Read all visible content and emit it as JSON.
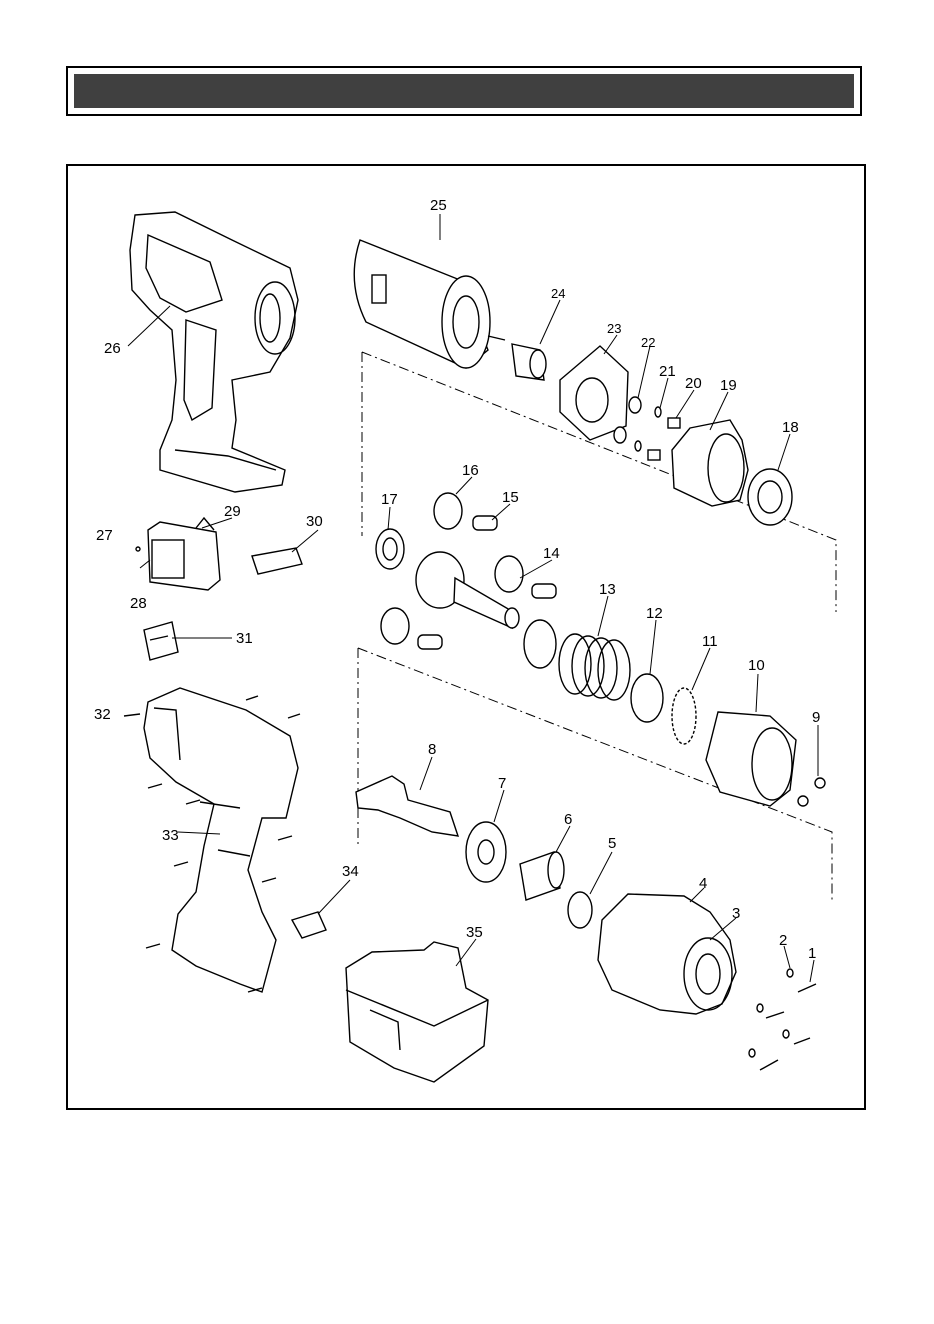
{
  "header": {
    "title": ""
  },
  "diagram": {
    "labels": [
      "1",
      "2",
      "3",
      "4",
      "5",
      "6",
      "7",
      "8",
      "9",
      "10",
      "11",
      "12",
      "13",
      "14",
      "15",
      "16",
      "17",
      "18",
      "19",
      "20",
      "21",
      "22",
      "23",
      "24",
      "25",
      "26",
      "27",
      "28",
      "29",
      "30",
      "31",
      "32",
      "33",
      "34",
      "35"
    ]
  }
}
